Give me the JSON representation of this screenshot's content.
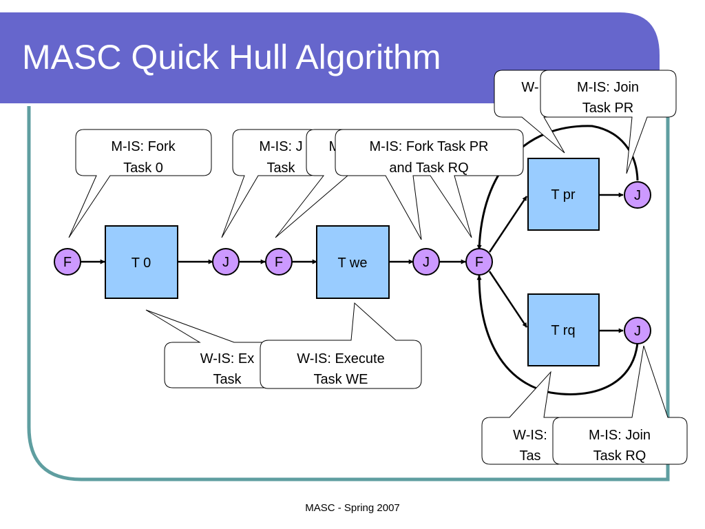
{
  "slide": {
    "title": "MASC Quick Hull Algorithm",
    "footer": "MASC - Spring 2007"
  },
  "colors": {
    "title_bar": "#6666cc",
    "frame_border": "#5f9ea0",
    "task_fill": "#99ccff",
    "node_fill": "#cc99ff"
  },
  "nodes": {
    "fork1": "F",
    "join1": "J",
    "fork2": "F",
    "join2": "J",
    "fork3": "F",
    "join_pr": "J",
    "join_rq": "J"
  },
  "tasks": {
    "t0": "T 0",
    "twe": "T we",
    "tpr": "T pr",
    "trq": "T rq"
  },
  "callouts": {
    "fork_task0": [
      "M-IS: Fork",
      "Task 0"
    ],
    "join_task0": [
      "M-IS: J",
      "Task"
    ],
    "fork_taskwe": [
      "M",
      ""
    ],
    "fork_pr_rq": [
      "M-IS: Fork Task PR",
      "and Task RQ"
    ],
    "exec_pr": [
      "W-",
      ""
    ],
    "join_pr": [
      "M-IS: Join",
      "Task PR"
    ],
    "exec_t0": [
      "W-IS: Ex",
      "Task"
    ],
    "exec_we": [
      "W-IS: Execute",
      "Task WE"
    ],
    "exec_rq": [
      "W-IS:",
      "Tas"
    ],
    "join_rq": [
      "M-IS: Join",
      "Task RQ"
    ]
  }
}
